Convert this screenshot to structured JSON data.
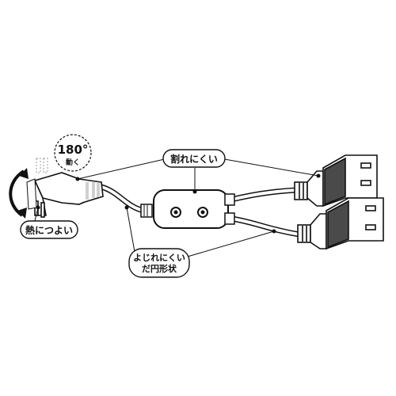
{
  "labels": {
    "rotation_deg": "180°",
    "rotation_text": "動く",
    "heat": "熱につよい",
    "crack": "割れにくい",
    "twist_line1": "よじれにくい",
    "twist_line2": "だ円形状"
  },
  "colors": {
    "line": "#111111",
    "fill": "#ffffff",
    "dark": "#4a4a4a",
    "grey": "#cfcfcf"
  }
}
